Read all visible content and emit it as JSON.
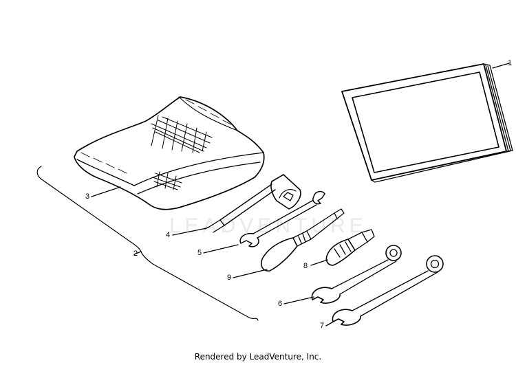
{
  "diagram": {
    "line_color": "#000000",
    "background": "#ffffff",
    "watermark_color": "#e9e9e9",
    "callouts": [
      {
        "id": "1",
        "text": "1"
      },
      {
        "id": "2",
        "text": "2"
      },
      {
        "id": "3",
        "text": "3"
      },
      {
        "id": "4",
        "text": "4"
      },
      {
        "id": "5",
        "text": "5"
      },
      {
        "id": "6",
        "text": "6"
      },
      {
        "id": "7",
        "text": "7"
      },
      {
        "id": "8",
        "text": "8"
      },
      {
        "id": "9",
        "text": "9"
      }
    ],
    "watermark": "LEADVENTURE",
    "footer": "Rendered by LeadVenture, Inc."
  }
}
